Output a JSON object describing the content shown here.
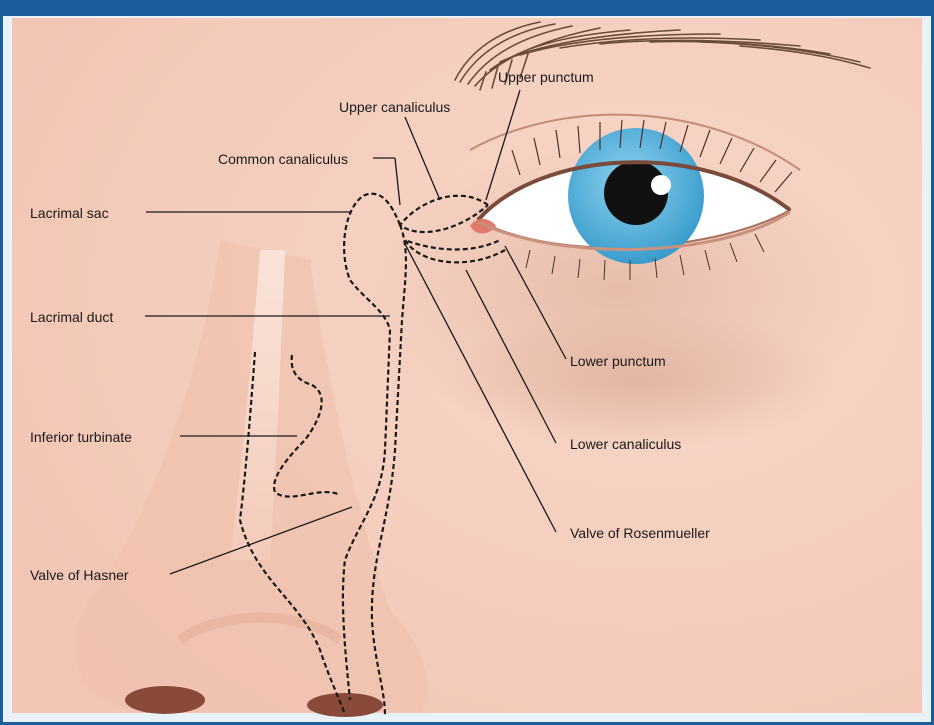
{
  "figure": {
    "title": ""
  },
  "labels": {
    "upper_punctum": "Upper punctum",
    "upper_canaliculus": "Upper canaliculus",
    "common_canaliculus": "Common canaliculus",
    "lacrimal_sac": "Lacrimal sac",
    "lacrimal_duct": "Lacrimal duct",
    "inferior_turbinate": "Inferior turbinate",
    "valve_of_hasner": "Valve of Hasner",
    "lower_punctum": "Lower punctum",
    "lower_canaliculus": "Lower canaliculus",
    "valve_of_rosenmueller": "Valve of Rosenmueller"
  },
  "colors": {
    "frame": "#1a5e9c",
    "skin": "#f5cfc0",
    "iris": "#5cb6df",
    "pupil": "#111111"
  }
}
